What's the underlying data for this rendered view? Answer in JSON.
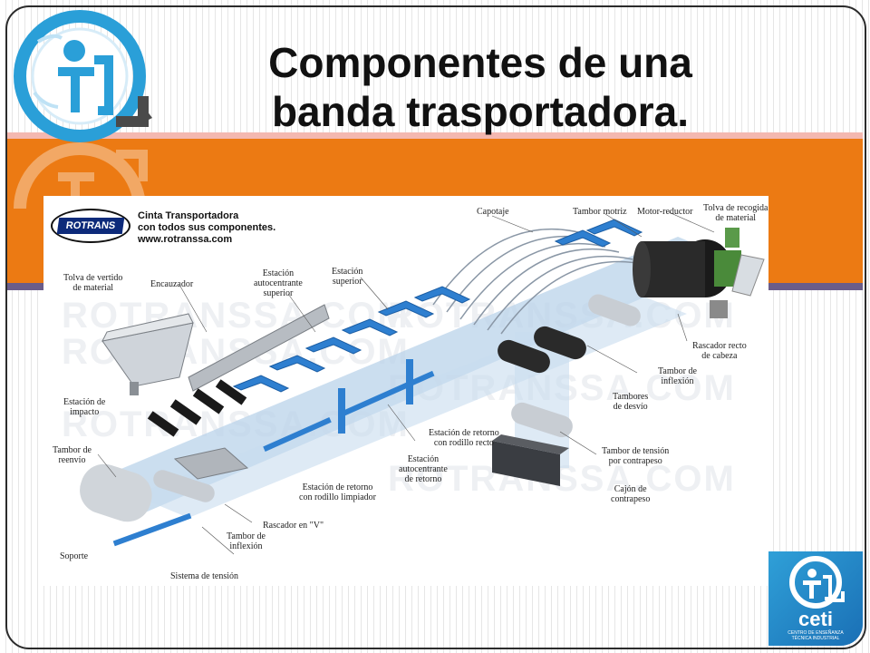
{
  "slide": {
    "title_line1": "Componentes de una",
    "title_line2": "banda trasportadora.",
    "colors": {
      "band": "#ec7a13",
      "accent_line": "#6a5d8a",
      "logo_blue": "#2a9fd8"
    }
  },
  "diagram": {
    "brand": "ROTRANS",
    "header_line1": "Cinta Transportadora",
    "header_line2": "con todos sus componentes.",
    "header_line3": "www.rotranssa.com",
    "watermark": "ROTRANSSA.COM",
    "labels": {
      "capotaje": "Capotaje",
      "tambor_motriz": "Tambor motriz",
      "motor_reductor": "Motor-reductor",
      "tolva_recogida_1": "Tolva de recogida",
      "tolva_recogida_2": "de material",
      "tolva_vertido_1": "Tolva de vertido",
      "tolva_vertido_2": "de material",
      "encauzador": "Encauzador",
      "estacion_auto_sup_1": "Estación",
      "estacion_auto_sup_2": "autocentrante",
      "estacion_auto_sup_3": "superior",
      "estacion_sup_1": "Estación",
      "estacion_sup_2": "superior",
      "rascador_cabeza_1": "Rascador recto",
      "rascador_cabeza_2": "de cabeza",
      "tambor_inflexion_a_1": "Tambor de",
      "tambor_inflexion_a_2": "inflexión",
      "estacion_impacto_1": "Estación de",
      "estacion_impacto_2": "impacto",
      "tambores_desvio_1": "Tambores",
      "tambores_desvio_2": "de desvío",
      "tambor_reenvio_1": "Tambor de",
      "tambor_reenvio_2": "reenvío",
      "retorno_recto_1": "Estación de retorno",
      "retorno_recto_2": "con rodillo recto",
      "tambor_tension_1": "Tambor de tensión",
      "tambor_tension_2": "por contrapeso",
      "auto_retorno_1": "Estación",
      "auto_retorno_2": "autocentrante",
      "auto_retorno_3": "de retorno",
      "retorno_limpiador_1": "Estación de retorno",
      "retorno_limpiador_2": "con rodillo limpiador",
      "cajon_1": "Cajón de",
      "cajon_2": "contrapeso",
      "rascador_v": "Rascador en \"V\"",
      "tambor_inflexion_b_1": "Tambor de",
      "tambor_inflexion_b_2": "inflexión",
      "soporte": "Soporte",
      "sistema_tension": "Sistema de tensión"
    }
  },
  "ceti": {
    "word": "ceti",
    "sub_line1": "CENTRO DE ENSEÑANZA",
    "sub_line2": "TÉCNICA INDUSTRIAL"
  }
}
